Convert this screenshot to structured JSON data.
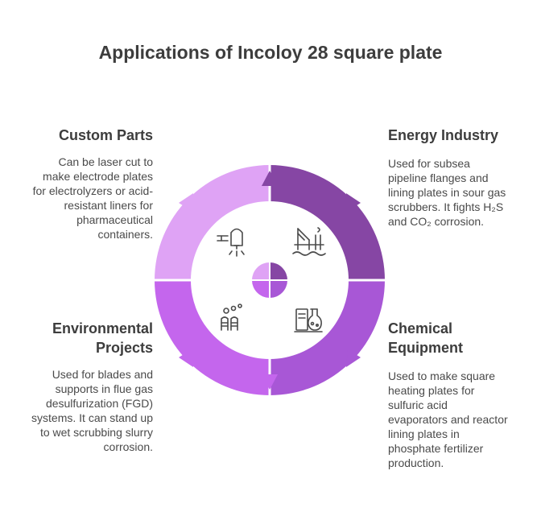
{
  "title": "Applications of Incoloy 28 square plate",
  "colors": {
    "top_left": "#dfa3f5",
    "top_right": "#8646a4",
    "bottom_left": "#c466ed",
    "bottom_right": "#a857d6"
  },
  "segments": [
    {
      "id": "custom-parts",
      "heading": "Custom Parts",
      "description_lines": [
        "Can be laser cut to",
        "make electrode plates",
        "for electrolyzers or acid-",
        "resistant liners for",
        "pharmaceutical",
        "containers."
      ],
      "icon": "laser-cutter-icon"
    },
    {
      "id": "energy-industry",
      "heading": "Energy Industry",
      "description_lines": [
        "Used for subsea",
        "pipeline flanges and",
        "lining plates in sour gas",
        "scrubbers. It fights H₂S",
        "and CO₂ corrosion."
      ],
      "icon": "offshore-rig-icon"
    },
    {
      "id": "environmental-projects",
      "heading_lines": [
        "Environmental",
        "Projects"
      ],
      "description_lines": [
        "Used for blades and",
        "supports in flue gas",
        "desulfurization (FGD)",
        "systems. It can stand up",
        "to wet scrubbing slurry",
        "corrosion."
      ],
      "icon": "smokestack-icon"
    },
    {
      "id": "chemical-equipment",
      "heading_lines": [
        "Chemical",
        "Equipment"
      ],
      "description_lines": [
        "Used to make square",
        "heating plates for",
        "sulfuric acid",
        "evaporators and reactor",
        "lining plates in",
        "phosphate fertilizer",
        "production."
      ],
      "icon": "chemistry-flask-icon"
    }
  ]
}
